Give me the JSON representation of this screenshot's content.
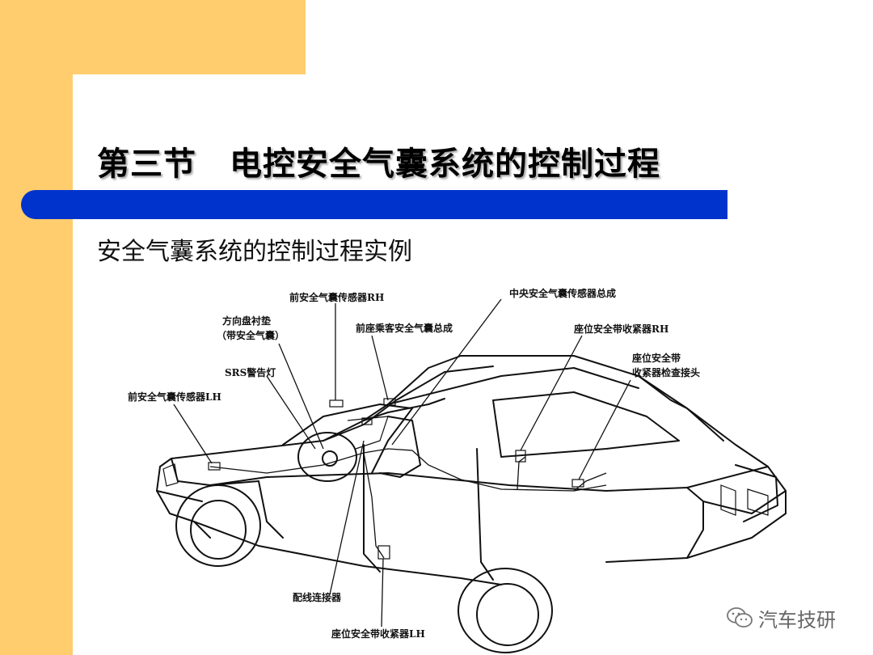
{
  "slide": {
    "title": "第三节　电控安全气囊系统的控制过程",
    "subtitle": "安全气囊系统的控制过程实例",
    "colors": {
      "accent_yellow": "#ffcd6e",
      "accent_blue": "#0033cc"
    }
  },
  "diagram": {
    "labels": {
      "front_sensor_rh": "前安全气囊传感器RH",
      "central_sensor": "中央安全气囊传感器总成",
      "steering_pad_1": "方向盘衬垫",
      "steering_pad_2": "（带安全气囊）",
      "passenger_airbag": "前座乘客安全气囊总成",
      "seatbelt_retractor_rh": "座位安全带收紧器RH",
      "srs_lamp": "SRS警告灯",
      "seatbelt_check_1": "座位安全带",
      "seatbelt_check_2": "收紧器检查接头",
      "front_sensor_lh": "前安全气囊传感器LH",
      "wiring_connector": "配线连接器",
      "seatbelt_retractor_lh": "座位安全带收紧器LH"
    }
  },
  "watermark": {
    "text": "汽车技研",
    "icon": "wechat-icon"
  }
}
